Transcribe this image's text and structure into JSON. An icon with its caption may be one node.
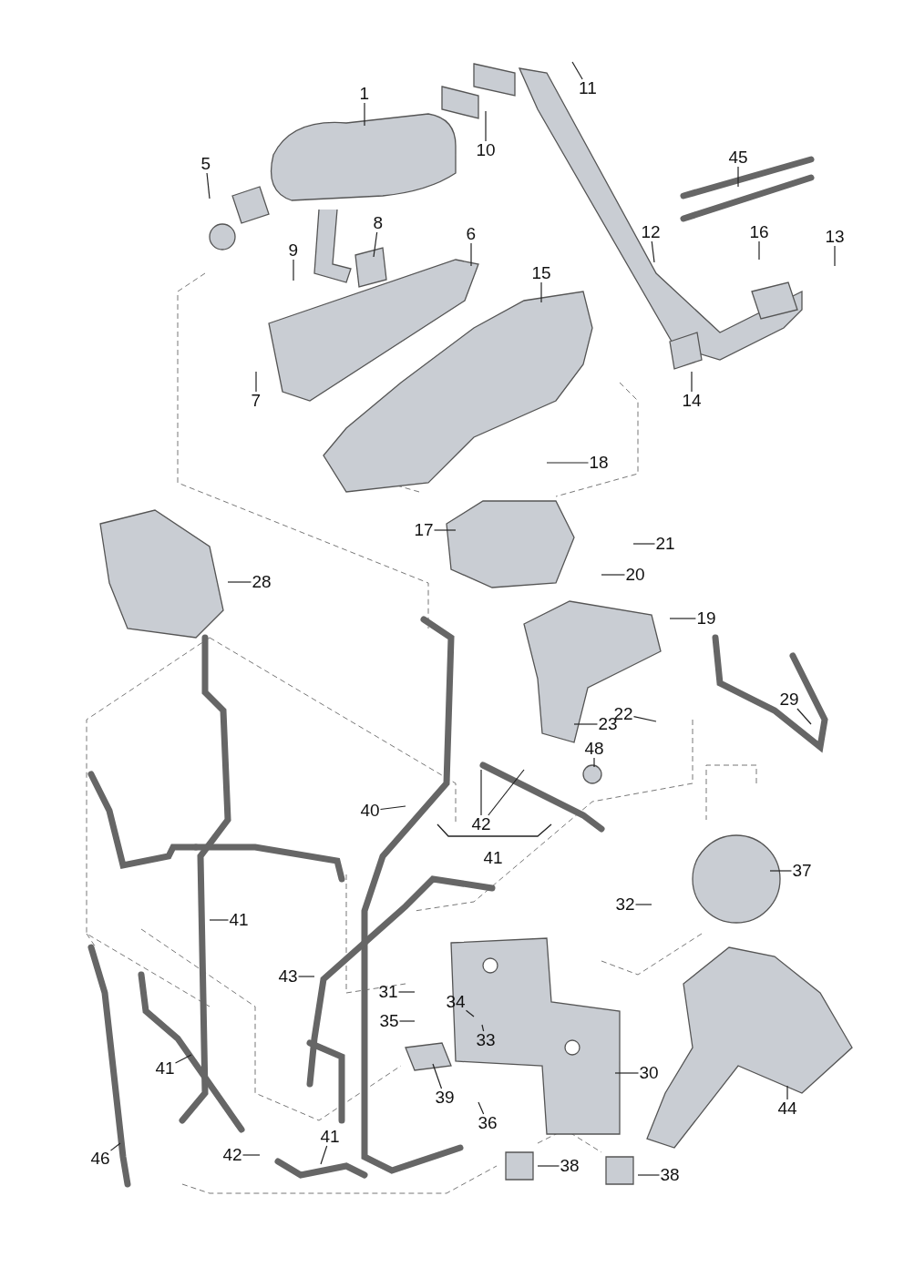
{
  "diagram": {
    "nodes": [
      {
        "text": [
          "1"
        ]
      },
      {
        "text": [
          "11"
        ]
      },
      {
        "text": [
          "10"
        ]
      },
      {
        "text": [
          "5"
        ]
      },
      {
        "text": [
          "45"
        ]
      },
      {
        "text": [
          "8"
        ]
      },
      {
        "text": [
          "6"
        ]
      },
      {
        "text": [
          "12"
        ]
      },
      {
        "text": [
          "16"
        ]
      },
      {
        "text": [
          "13"
        ]
      },
      {
        "text": [
          "9"
        ]
      },
      {
        "text": [
          "15"
        ]
      },
      {
        "text": [
          "7"
        ]
      },
      {
        "text": [
          "14"
        ]
      },
      {
        "text": [
          "18"
        ]
      },
      {
        "text": [
          "17"
        ]
      },
      {
        "text": [
          "21"
        ]
      },
      {
        "text": [
          "28"
        ]
      },
      {
        "text": [
          "20"
        ]
      },
      {
        "text": [
          "19"
        ]
      },
      {
        "text": [
          "29"
        ]
      },
      {
        "text": [
          "23"
        ]
      },
      {
        "text": [
          "22"
        ]
      },
      {
        "text": [
          "48"
        ]
      },
      {
        "text": [
          "40"
        ]
      },
      {
        "text": [
          "42"
        ]
      },
      {
        "text": [
          "41"
        ]
      },
      {
        "text": [
          "37"
        ]
      },
      {
        "text": [
          "32"
        ]
      },
      {
        "text": [
          "41"
        ]
      },
      {
        "text": [
          "43"
        ]
      },
      {
        "text": [
          "31"
        ]
      },
      {
        "text": [
          "34"
        ]
      },
      {
        "text": [
          "35"
        ]
      },
      {
        "text": [
          "33"
        ]
      },
      {
        "text": [
          "41"
        ]
      },
      {
        "text": [
          "30"
        ]
      },
      {
        "text": [
          "39"
        ]
      },
      {
        "text": [
          "36"
        ]
      },
      {
        "text": [
          "44"
        ]
      },
      {
        "text": [
          "41"
        ]
      },
      {
        "text": [
          "42"
        ]
      },
      {
        "text": [
          "38"
        ]
      },
      {
        "text": [
          "46"
        ]
      },
      {
        "text": [
          "38"
        ]
      }
    ],
    "edges": [
      {
        "from": 0,
        "to": null,
        "arrow": "none"
      },
      {
        "from": 1,
        "to": null,
        "arrow": "none"
      },
      {
        "from": 2,
        "to": null,
        "arrow": "none"
      },
      {
        "from": 3,
        "to": null,
        "arrow": "none"
      },
      {
        "from": 4,
        "to": null,
        "arrow": "none"
      },
      {
        "from": 5,
        "to": null,
        "arrow": "none"
      },
      {
        "from": 6,
        "to": null,
        "arrow": "none"
      },
      {
        "from": 7,
        "to": null,
        "arrow": "none"
      },
      {
        "from": 8,
        "to": null,
        "arrow": "none"
      },
      {
        "from": 9,
        "to": null,
        "arrow": "none"
      },
      {
        "from": 10,
        "to": null,
        "arrow": "none"
      },
      {
        "from": 11,
        "to": null,
        "arrow": "none"
      },
      {
        "from": 12,
        "to": null,
        "arrow": "none"
      },
      {
        "from": 13,
        "to": null,
        "arrow": "none"
      },
      {
        "from": 14,
        "to": null,
        "arrow": "none"
      },
      {
        "from": 15,
        "to": null,
        "arrow": "none"
      },
      {
        "from": 16,
        "to": null,
        "arrow": "none"
      },
      {
        "from": 17,
        "to": null,
        "arrow": "none"
      },
      {
        "from": 18,
        "to": null,
        "arrow": "none"
      },
      {
        "from": 19,
        "to": null,
        "arrow": "none"
      },
      {
        "from": 20,
        "to": null,
        "arrow": "none"
      },
      {
        "from": 21,
        "to": null,
        "arrow": "none"
      },
      {
        "from": 22,
        "to": null,
        "arrow": "none"
      },
      {
        "from": 23,
        "to": null,
        "arrow": "none"
      },
      {
        "from": 24,
        "to": null,
        "arrow": "none"
      },
      {
        "from": 25,
        "to": null,
        "arrow": "none"
      },
      {
        "from": 25,
        "to": null,
        "arrow": "none"
      },
      {
        "from": 27,
        "to": null,
        "arrow": "none"
      },
      {
        "from": 28,
        "to": null,
        "arrow": "none"
      },
      {
        "from": 29,
        "to": null,
        "arrow": "none"
      },
      {
        "from": 30,
        "to": null,
        "arrow": "none"
      },
      {
        "from": 31,
        "to": null,
        "arrow": "none"
      },
      {
        "from": 32,
        "to": null,
        "arrow": "none"
      },
      {
        "from": 33,
        "to": null,
        "arrow": "none"
      },
      {
        "from": 34,
        "to": null,
        "arrow": "none"
      },
      {
        "from": 35,
        "to": null,
        "arrow": "none"
      },
      {
        "from": 36,
        "to": null,
        "arrow": "none"
      },
      {
        "from": 37,
        "to": null,
        "arrow": "none"
      },
      {
        "from": 38,
        "to": null,
        "arrow": "none"
      },
      {
        "from": 39,
        "to": null,
        "arrow": "none"
      },
      {
        "from": 40,
        "to": null,
        "arrow": "none"
      },
      {
        "from": 41,
        "to": null,
        "arrow": "none"
      },
      {
        "from": 42,
        "to": null,
        "arrow": "none"
      },
      {
        "from": 43,
        "to": null,
        "arrow": "none"
      },
      {
        "from": 44,
        "to": null,
        "arrow": "none"
      }
    ]
  }
}
